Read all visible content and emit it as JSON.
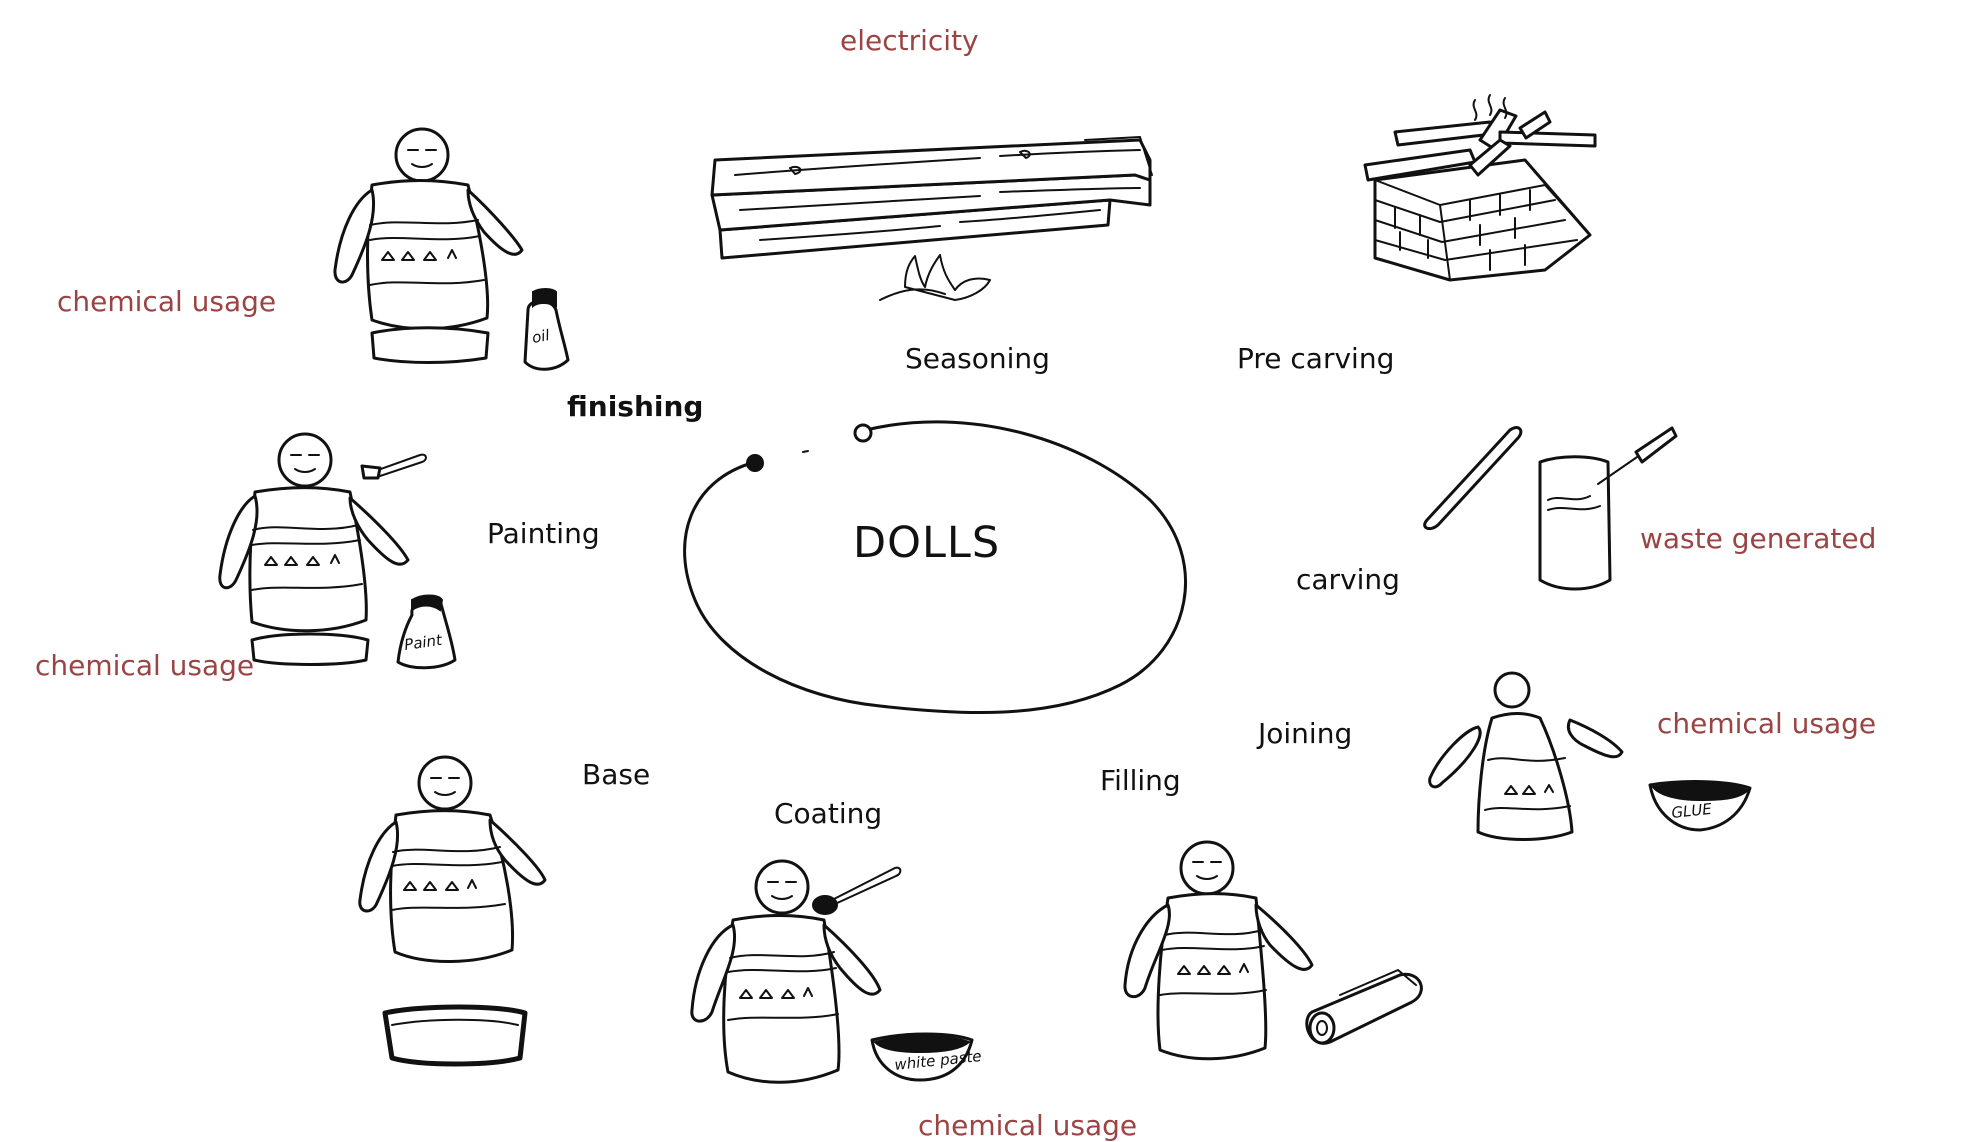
{
  "diagram": {
    "center": "DOLLS",
    "steps": {
      "seasoning": "Seasoning",
      "pre_carving": "Pre carving",
      "carving": "carving",
      "joining": "Joining",
      "filling": "Filling",
      "coating": "Coating",
      "base": "Base",
      "painting": "Painting",
      "finishing": "finishing"
    },
    "notes": {
      "electricity": "electricity",
      "waste_generated": "waste generated",
      "chemical_usage_joining": "chemical usage",
      "chemical_usage_coating": "chemical usage",
      "chemical_usage_painting": "chemical usage",
      "chemical_usage_finishing": "chemical usage"
    },
    "container_labels": {
      "oil": "oil",
      "paint": "Paint",
      "glue": "GLUE",
      "white_paste": "white paste"
    },
    "colors": {
      "ink": "#111111",
      "note": "#9b4444",
      "background": "#ffffff"
    }
  }
}
